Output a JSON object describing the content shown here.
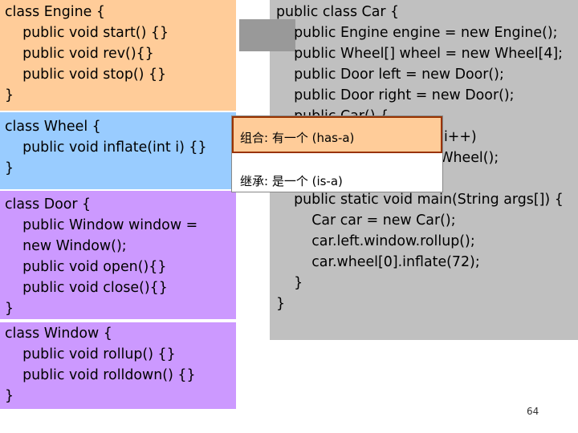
{
  "colors": {
    "engine_bg": "#ffcc99",
    "wheel_bg": "#99ccff",
    "door_bg": "#cc99ff",
    "window_bg": "#cc99ff",
    "car_bg": "#c0c0c0",
    "accent_block": "#999999",
    "popup_top_bg": "#ffcc99",
    "popup_border": "#993300"
  },
  "engine_code": "class Engine {\n    public void start() {}\n    public void rev(){}\n    public void stop() {}\n}",
  "wheel_code": "class Wheel {\n    public void inflate(int i) {}\n}",
  "door_code": "class Door {\n    public Window window =\n    new Window();\n    public void open(){}\n    public void close(){}\n}",
  "window_code": "class Window {\n    public void rollup() {}\n    public void rolldown() {}\n}",
  "car_code": "public class Car {\n    public Engine engine = new Engine();\n    public Wheel[] wheel = new Wheel[4];\n    public Door left = new Door();\n    public Door right = new Door();\n    public Car() {\n        for(int i = 0; i < 4; i++)\n            wheel[i] = new Wheel();\n    }\n    public static void main(String args[]) {\n        Car car = new Car();\n        car.left.window.rollup();\n        car.wheel[0].inflate(72);\n    }\n}",
  "popup": {
    "has_a": "组合: 有一个 (has-a)",
    "is_a": "继承: 是一个 (is-a)"
  },
  "page_number": "64"
}
